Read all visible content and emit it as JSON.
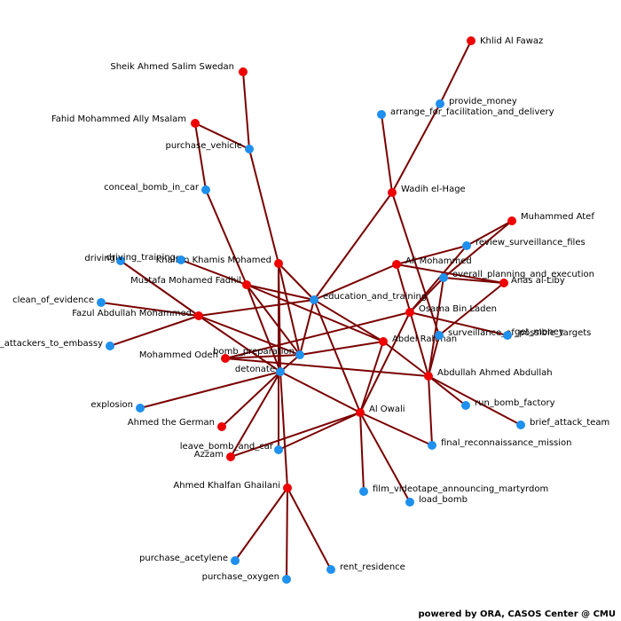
{
  "colors": {
    "agent": "#ee0000",
    "task": "#1e90ee",
    "edge": "#7a0000"
  },
  "nodes": [
    {
      "id": "khlid",
      "label": "Khlid Al Fawaz",
      "kind": "agent"
    },
    {
      "id": "sheik",
      "label": "Sheik Ahmed Salim Swedan",
      "kind": "agent"
    },
    {
      "id": "fahid",
      "label": "Fahid Mohammed Ally Msalam",
      "kind": "agent"
    },
    {
      "id": "wadih",
      "label": "Wadih el-Hage",
      "kind": "agent"
    },
    {
      "id": "muhatef",
      "label": "Muhammed Atef",
      "kind": "agent"
    },
    {
      "id": "alimoh",
      "label": "Ali Mohammed",
      "kind": "agent"
    },
    {
      "id": "khalfankhamis",
      "label": "Khalfan Khamis Mohamed",
      "kind": "agent"
    },
    {
      "id": "mustafa",
      "label": "Mustafa Mohamed Fadhil",
      "kind": "agent"
    },
    {
      "id": "anas",
      "label": "Anas al-Liby",
      "kind": "agent"
    },
    {
      "id": "osama",
      "label": "Osama Bin Laden",
      "kind": "agent"
    },
    {
      "id": "fazul",
      "label": "Fazul Abdullah Mohammed",
      "kind": "agent"
    },
    {
      "id": "abdelrahman",
      "label": "Abdel Rahman",
      "kind": "agent"
    },
    {
      "id": "odeh",
      "label": "Mohammed Odeh",
      "kind": "agent"
    },
    {
      "id": "abdullahahmed",
      "label": "Abdullah Ahmed Abdullah",
      "kind": "agent"
    },
    {
      "id": "alowali",
      "label": "Al Owali",
      "kind": "agent"
    },
    {
      "id": "ahmedgerman",
      "label": "Ahmed the German",
      "kind": "agent"
    },
    {
      "id": "azzam",
      "label": "Azzam",
      "kind": "agent"
    },
    {
      "id": "ghailani",
      "label": "Ahmed Khalfan Ghailani",
      "kind": "agent"
    },
    {
      "id": "provide_money",
      "label": "provide_money",
      "kind": "task"
    },
    {
      "id": "arrange",
      "label": "arrange_for_facilitation_and_delivery",
      "kind": "task"
    },
    {
      "id": "purchase_vehicle",
      "label": "purchase_vehicle",
      "kind": "task"
    },
    {
      "id": "conceal",
      "label": "conceal_bomb_in_car",
      "kind": "task"
    },
    {
      "id": "review",
      "label": "review_surveillance_files",
      "kind": "task"
    },
    {
      "id": "driving",
      "label": "driving",
      "kind": "task"
    },
    {
      "id": "driving_training",
      "label": "driving_training",
      "kind": "task"
    },
    {
      "id": "overall",
      "label": "overall_planning_and_execution",
      "kind": "task"
    },
    {
      "id": "education",
      "label": "education_and_training",
      "kind": "task"
    },
    {
      "id": "clean",
      "label": "clean_of_evidence",
      "kind": "task"
    },
    {
      "id": "attackers",
      "label": "take_attackers_to_embassy",
      "kind": "task"
    },
    {
      "id": "surveillance",
      "label": "surveillance_of_possible_targets",
      "kind": "task"
    },
    {
      "id": "get_money",
      "label": "get_money",
      "kind": "task"
    },
    {
      "id": "bomb_prep",
      "label": "bomb_preparation",
      "kind": "task"
    },
    {
      "id": "detonate",
      "label": "detonate",
      "kind": "task"
    },
    {
      "id": "run_factory",
      "label": "run_bomb_factory",
      "kind": "task"
    },
    {
      "id": "brief",
      "label": "brief_attack_team",
      "kind": "task"
    },
    {
      "id": "explosion",
      "label": "explosion",
      "kind": "task"
    },
    {
      "id": "final_recon",
      "label": "final_reconnaissance_mission",
      "kind": "task"
    },
    {
      "id": "leave_bomb",
      "label": "leave_bomb_and_car",
      "kind": "task"
    },
    {
      "id": "film",
      "label": "film_videotape_announcing_martyrdom",
      "kind": "task"
    },
    {
      "id": "load_bomb",
      "label": "load_bomb",
      "kind": "task"
    },
    {
      "id": "acetylene",
      "label": "purchase_acetylene",
      "kind": "task"
    },
    {
      "id": "oxygen",
      "label": "purchase_oxygen",
      "kind": "task"
    },
    {
      "id": "rent",
      "label": "rent_residence",
      "kind": "task"
    }
  ],
  "edges": [
    [
      "khlid",
      "provide_money"
    ],
    [
      "provide_money",
      "wadih"
    ],
    [
      "arrange",
      "wadih"
    ],
    [
      "wadih",
      "education"
    ],
    [
      "wadih",
      "surveillance"
    ],
    [
      "sheik",
      "purchase_vehicle"
    ],
    [
      "fahid",
      "purchase_vehicle"
    ],
    [
      "purchase_vehicle",
      "khalfankhamis"
    ],
    [
      "fahid",
      "conceal"
    ],
    [
      "conceal",
      "mustafa"
    ],
    [
      "muhatef",
      "review"
    ],
    [
      "muhatef",
      "overall"
    ],
    [
      "review",
      "osama"
    ],
    [
      "review",
      "alimoh"
    ],
    [
      "alimoh",
      "education"
    ],
    [
      "alimoh",
      "anas"
    ],
    [
      "overall",
      "anas"
    ],
    [
      "overall",
      "osama"
    ],
    [
      "overall",
      "abdullahahmed"
    ],
    [
      "alimoh",
      "abdullahahmed"
    ],
    [
      "osama",
      "alowali"
    ],
    [
      "osama",
      "odeh"
    ],
    [
      "osama",
      "get_money"
    ],
    [
      "anas",
      "surveillance"
    ],
    [
      "driving",
      "fazul"
    ],
    [
      "driving_training",
      "mustafa"
    ],
    [
      "khalfankhamis",
      "education"
    ],
    [
      "khalfankhamis",
      "detonate"
    ],
    [
      "khalfankhamis",
      "bomb_prep"
    ],
    [
      "khalfankhamis",
      "leave_bomb"
    ],
    [
      "mustafa",
      "education"
    ],
    [
      "mustafa",
      "detonate"
    ],
    [
      "mustafa",
      "abdelrahman"
    ],
    [
      "mustafa",
      "bomb_prep"
    ],
    [
      "fazul",
      "education"
    ],
    [
      "fazul",
      "clean"
    ],
    [
      "fazul",
      "attackers"
    ],
    [
      "fazul",
      "bomb_prep"
    ],
    [
      "fazul",
      "detonate"
    ],
    [
      "abdelrahman",
      "education"
    ],
    [
      "abdelrahman",
      "bomb_prep"
    ],
    [
      "abdelrahman",
      "alowali"
    ],
    [
      "abdelrahman",
      "abdullahahmed"
    ],
    [
      "odeh",
      "bomb_prep"
    ],
    [
      "odeh",
      "abdullahahmed"
    ],
    [
      "education",
      "bomb_prep"
    ],
    [
      "education",
      "alowali"
    ],
    [
      "bomb_prep",
      "detonate"
    ],
    [
      "detonate",
      "alowali"
    ],
    [
      "detonate",
      "ahmedgerman"
    ],
    [
      "detonate",
      "azzam"
    ],
    [
      "detonate",
      "explosion"
    ],
    [
      "detonate",
      "ghailani"
    ],
    [
      "alowali",
      "leave_bomb"
    ],
    [
      "alowali",
      "azzam"
    ],
    [
      "alowali",
      "film"
    ],
    [
      "alowali",
      "load_bomb"
    ],
    [
      "alowali",
      "final_recon"
    ],
    [
      "surveillance",
      "abdullahahmed"
    ],
    [
      "abdullahahmed",
      "run_factory"
    ],
    [
      "abdullahahmed",
      "brief"
    ],
    [
      "abdullahahmed",
      "final_recon"
    ],
    [
      "ghailani",
      "acetylene"
    ],
    [
      "ghailani",
      "oxygen"
    ],
    [
      "ghailani",
      "rent"
    ]
  ],
  "credit": "powered by ORA, CASOS Center @ CMU"
}
